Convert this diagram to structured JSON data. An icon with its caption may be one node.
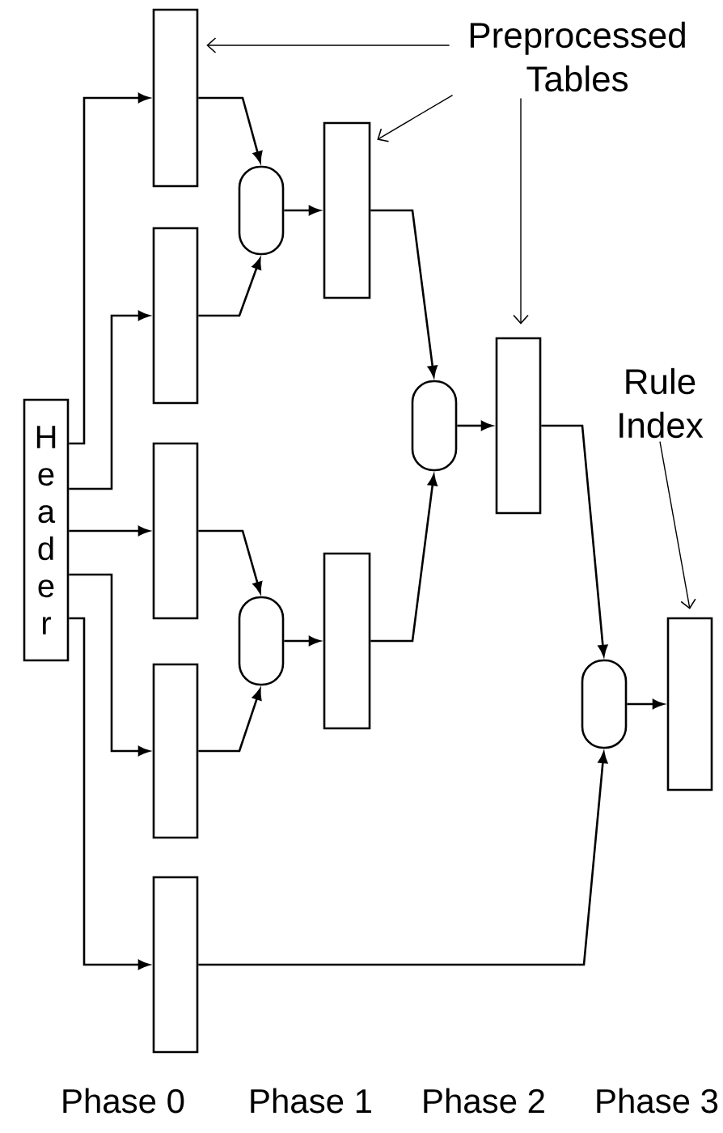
{
  "diagram": {
    "nodes": [
      {
        "text": [
          "Header"
        ]
      },
      {
        "text": [],
        "shape": "box"
      },
      {
        "text": [],
        "shape": "box"
      },
      {
        "text": [],
        "shape": "box"
      },
      {
        "text": [],
        "shape": "box"
      },
      {
        "text": [],
        "shape": "box"
      },
      {
        "text": [],
        "shape": "oval"
      },
      {
        "text": [],
        "shape": "oval"
      },
      {
        "text": [],
        "shape": "box"
      },
      {
        "text": [],
        "shape": "box"
      },
      {
        "text": [],
        "shape": "oval"
      },
      {
        "text": [],
        "shape": "box"
      },
      {
        "text": [],
        "shape": "oval"
      },
      {
        "text": [],
        "shape": "box"
      },
      {
        "text": [
          "Preprocessed Tables"
        ]
      },
      {
        "text": [
          "Rule Index"
        ]
      }
    ],
    "edges": [
      {
        "from": 0,
        "to": 1,
        "arrow": "to"
      },
      {
        "from": 0,
        "to": 2,
        "arrow": "to"
      },
      {
        "from": 0,
        "to": 3,
        "arrow": "to"
      },
      {
        "from": 0,
        "to": 4,
        "arrow": "to"
      },
      {
        "from": 0,
        "to": 5,
        "arrow": "to"
      },
      {
        "from": 1,
        "to": 6,
        "arrow": "to"
      },
      {
        "from": 2,
        "to": 6,
        "arrow": "to"
      },
      {
        "from": 6,
        "to": 8,
        "arrow": "to"
      },
      {
        "from": 3,
        "to": 7,
        "arrow": "to"
      },
      {
        "from": 4,
        "to": 7,
        "arrow": "to"
      },
      {
        "from": 7,
        "to": 9,
        "arrow": "to"
      },
      {
        "from": 8,
        "to": 10,
        "arrow": "to"
      },
      {
        "from": 9,
        "to": 10,
        "arrow": "to"
      },
      {
        "from": 10,
        "to": 11,
        "arrow": "to"
      },
      {
        "from": 11,
        "to": 12,
        "arrow": "to"
      },
      {
        "from": 5,
        "to": 12,
        "arrow": "to"
      },
      {
        "from": 12,
        "to": 13,
        "arrow": "to"
      },
      {
        "from": 14,
        "to": 1,
        "arrow": "to"
      },
      {
        "from": 14,
        "to": 8,
        "arrow": "to"
      },
      {
        "from": 14,
        "to": 11,
        "arrow": "to"
      },
      {
        "from": 15,
        "to": 13,
        "arrow": "to"
      }
    ],
    "labels": [
      "Phase 0",
      "Phase 1",
      "Phase 2",
      "Phase 3"
    ]
  }
}
